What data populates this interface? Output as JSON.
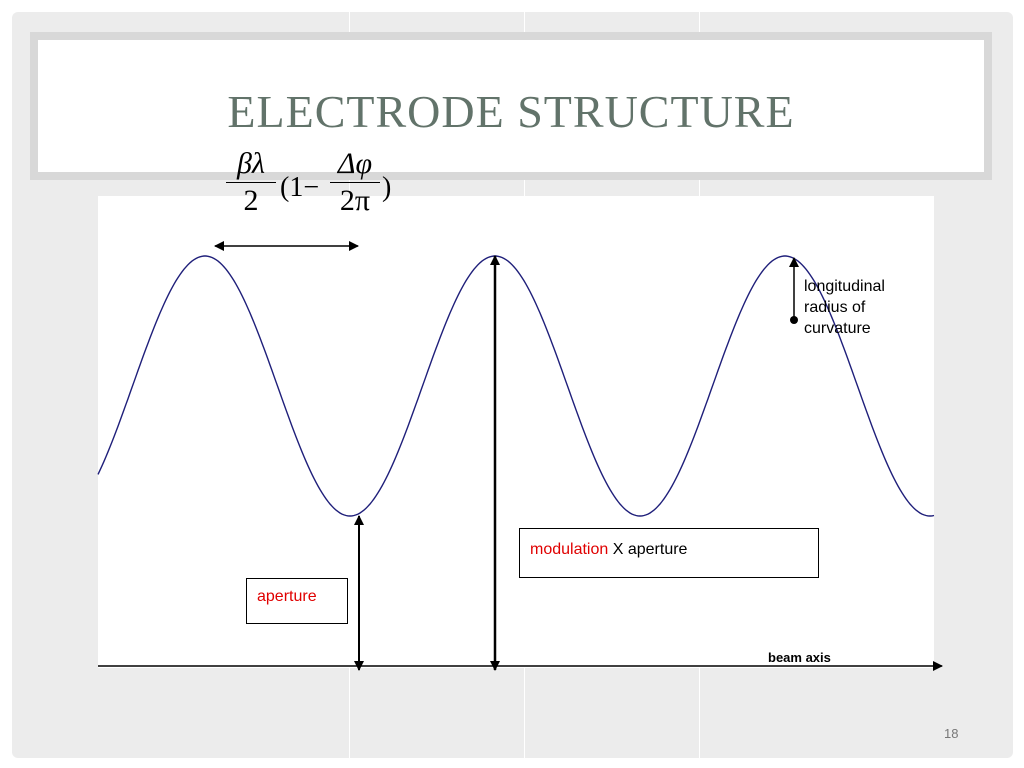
{
  "slide": {
    "title": "ELECTRODE STRUCTURE",
    "page_number": "18"
  },
  "formula": {
    "left_numerator": "βλ",
    "left_denominator": "2",
    "open_paren": "(1−",
    "right_numerator": "Δφ",
    "right_denominator": "2π",
    "close_paren": ")"
  },
  "labels": {
    "aperture": "aperture",
    "modulation_word": "modulation",
    "modulation_rest": " X aperture",
    "curvature_line1": "longitudinal",
    "curvature_line2": "radius of",
    "curvature_line3": "curvature",
    "beam_axis": "beam axis"
  },
  "colors": {
    "wave": "#1f1f7a",
    "accent_red": "#e00000",
    "title": "#62736a"
  }
}
